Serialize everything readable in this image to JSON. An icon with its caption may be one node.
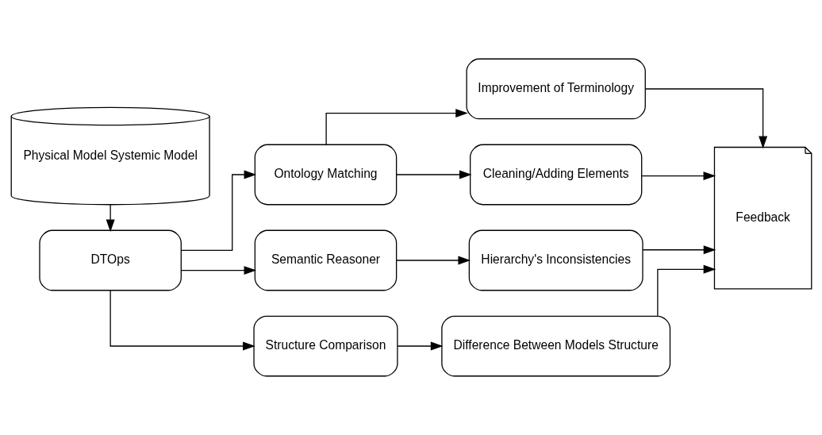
{
  "diagram": {
    "nodes": [
      {
        "text": [
          "Physical Model Systemic Model"
        ]
      },
      {
        "text": [
          "DTOps"
        ]
      },
      {
        "text": [
          "Ontology Matching"
        ]
      },
      {
        "text": [
          "Semantic Reasoner"
        ]
      },
      {
        "text": [
          "Structure Comparison"
        ]
      },
      {
        "text": [
          "Improvement of Terminology"
        ]
      },
      {
        "text": [
          "Cleaning/Adding Elements"
        ]
      },
      {
        "text": [
          "Hierarchy's Inconsistencies"
        ]
      },
      {
        "text": [
          "Difference Between Models Structure"
        ]
      },
      {
        "text": [
          "Feedback"
        ]
      }
    ],
    "edges": [
      {
        "from": 0,
        "to": 1,
        "arrow": "to"
      },
      {
        "from": 1,
        "to": 2,
        "arrow": "to"
      },
      {
        "from": 1,
        "to": 3,
        "arrow": "to"
      },
      {
        "from": 1,
        "to": 4,
        "arrow": "to"
      },
      {
        "from": 2,
        "to": 5,
        "arrow": "to"
      },
      {
        "from": 2,
        "to": 6,
        "arrow": "to"
      },
      {
        "from": 3,
        "to": 7,
        "arrow": "to"
      },
      {
        "from": 4,
        "to": 8,
        "arrow": "to"
      },
      {
        "from": 5,
        "to": 9,
        "arrow": "to"
      },
      {
        "from": 6,
        "to": 9,
        "arrow": "to"
      },
      {
        "from": 7,
        "to": 9,
        "arrow": "to"
      },
      {
        "from": 8,
        "to": 9,
        "arrow": "to"
      }
    ]
  }
}
